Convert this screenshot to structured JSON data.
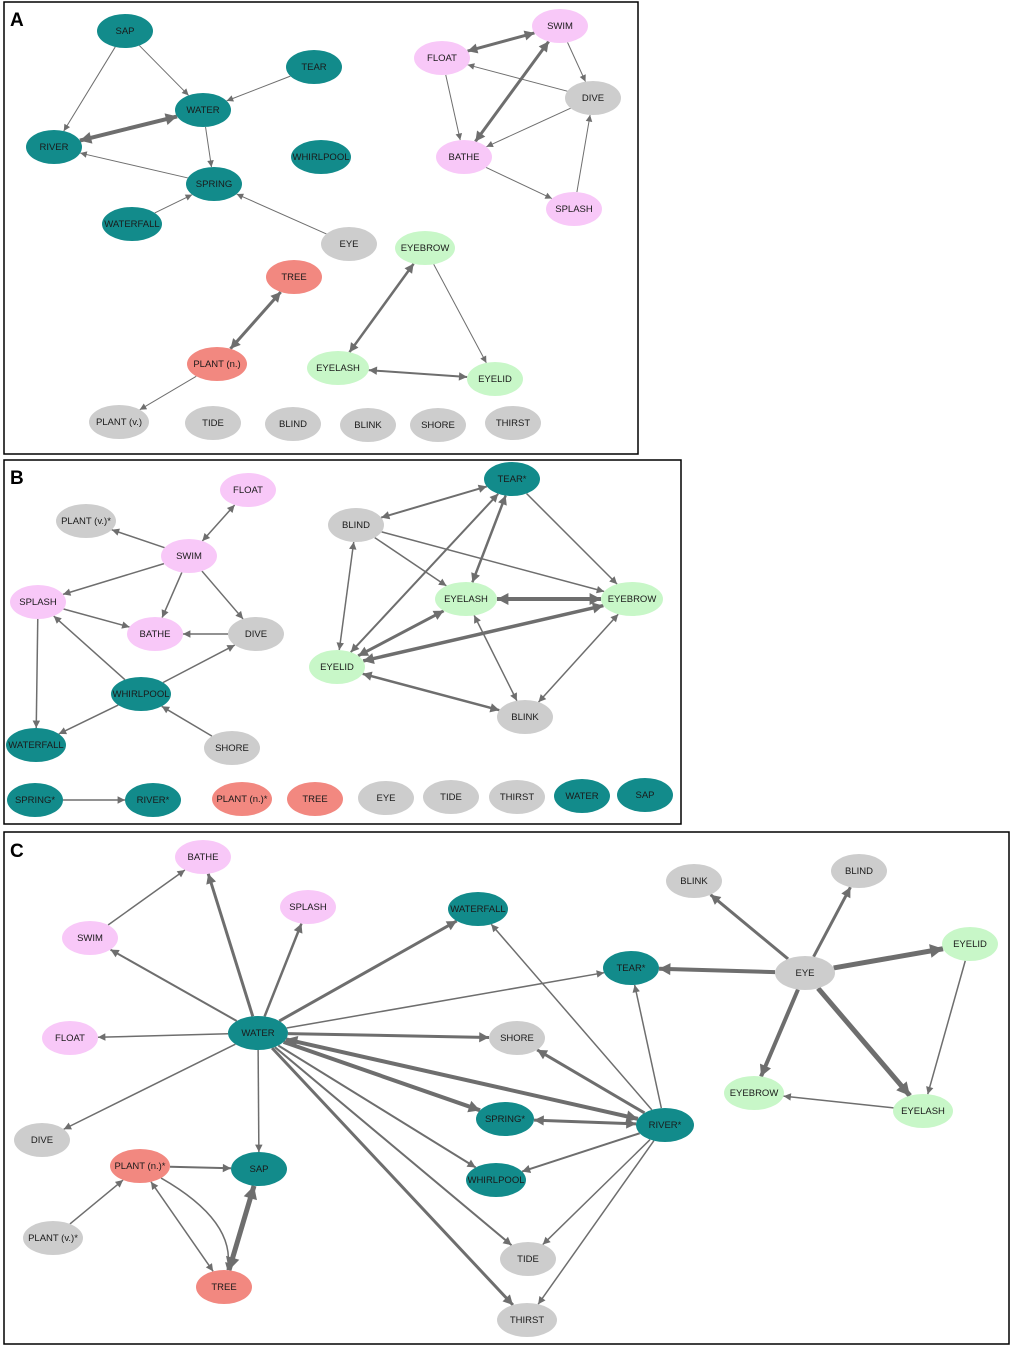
{
  "colors": {
    "water": "#128b8b",
    "swim": "#f8c8f8",
    "neutral": "#cdcdcd",
    "plant": "#f28880",
    "eye": "#c8f7c8",
    "edge": "#6e6e6e",
    "frame": "#000000"
  },
  "panels": [
    {
      "id": "A",
      "letter": "A",
      "nodes": [
        {
          "id": "SAP",
          "label": "SAP",
          "group": "water"
        },
        {
          "id": "TEAR",
          "label": "TEAR",
          "group": "water"
        },
        {
          "id": "WATER",
          "label": "WATER",
          "group": "water"
        },
        {
          "id": "RIVER",
          "label": "RIVER",
          "group": "water"
        },
        {
          "id": "WHIRLPOOL",
          "label": "WHIRLPOOL",
          "group": "water"
        },
        {
          "id": "SPRING",
          "label": "SPRING",
          "group": "water"
        },
        {
          "id": "WATERFALL",
          "label": "WATERFALL",
          "group": "water"
        },
        {
          "id": "EYE",
          "label": "EYE",
          "group": "neutral"
        },
        {
          "id": "TREE",
          "label": "TREE",
          "group": "plant"
        },
        {
          "id": "PLANT_N",
          "label": "PLANT (n.)",
          "group": "plant"
        },
        {
          "id": "PLANT_V",
          "label": "PLANT (v.)",
          "group": "neutral"
        },
        {
          "id": "TIDE",
          "label": "TIDE",
          "group": "neutral"
        },
        {
          "id": "BLIND",
          "label": "BLIND",
          "group": "neutral"
        },
        {
          "id": "BLINK",
          "label": "BLINK",
          "group": "neutral"
        },
        {
          "id": "SHORE",
          "label": "SHORE",
          "group": "neutral"
        },
        {
          "id": "THIRST",
          "label": "THIRST",
          "group": "neutral"
        },
        {
          "id": "SWIM",
          "label": "SWIM",
          "group": "swim"
        },
        {
          "id": "FLOAT",
          "label": "FLOAT",
          "group": "swim"
        },
        {
          "id": "DIVE",
          "label": "DIVE",
          "group": "neutral"
        },
        {
          "id": "BATHE",
          "label": "BATHE",
          "group": "swim"
        },
        {
          "id": "SPLASH",
          "label": "SPLASH",
          "group": "swim"
        },
        {
          "id": "EYEBROW",
          "label": "EYEBROW",
          "group": "eye"
        },
        {
          "id": "EYELASH",
          "label": "EYELASH",
          "group": "eye"
        },
        {
          "id": "EYELID",
          "label": "EYELID",
          "group": "eye"
        }
      ],
      "edges": [
        {
          "from": "SAP",
          "to": "WATER",
          "weight": 1,
          "head": "to"
        },
        {
          "from": "SAP",
          "to": "RIVER",
          "weight": 1,
          "head": "to"
        },
        {
          "from": "TEAR",
          "to": "WATER",
          "weight": 1,
          "head": "to"
        },
        {
          "from": "RIVER",
          "to": "WATER",
          "weight": 4,
          "head": "both"
        },
        {
          "from": "WATER",
          "to": "SPRING",
          "weight": 1,
          "head": "to"
        },
        {
          "from": "SPRING",
          "to": "RIVER",
          "weight": 1,
          "head": "to"
        },
        {
          "from": "WATERFALL",
          "to": "SPRING",
          "weight": 1,
          "head": "to"
        },
        {
          "from": "SPRING",
          "to": "EYE",
          "weight": 1,
          "head": "from"
        },
        {
          "from": "TREE",
          "to": "PLANT_N",
          "weight": 3,
          "head": "both"
        },
        {
          "from": "PLANT_N",
          "to": "PLANT_V",
          "weight": 1,
          "head": "to"
        },
        {
          "from": "FLOAT",
          "to": "SWIM",
          "weight": 3,
          "head": "both"
        },
        {
          "from": "BATHE",
          "to": "SWIM",
          "weight": 3,
          "head": "both"
        },
        {
          "from": "SWIM",
          "to": "DIVE",
          "weight": 1,
          "head": "to"
        },
        {
          "from": "FLOAT",
          "to": "DIVE",
          "weight": 1,
          "head": "from"
        },
        {
          "from": "FLOAT",
          "to": "BATHE",
          "weight": 1,
          "head": "to"
        },
        {
          "from": "DIVE",
          "to": "BATHE",
          "weight": 1,
          "head": "to"
        },
        {
          "from": "BATHE",
          "to": "SPLASH",
          "weight": 1,
          "head": "to"
        },
        {
          "from": "DIVE",
          "to": "SPLASH",
          "weight": 1,
          "head": "from"
        },
        {
          "from": "EYEBROW",
          "to": "EYELASH",
          "weight": 2.5,
          "head": "both"
        },
        {
          "from": "EYEBROW",
          "to": "EYELID",
          "weight": 1,
          "head": "to"
        },
        {
          "from": "EYELASH",
          "to": "EYELID",
          "weight": 2,
          "head": "both"
        }
      ]
    },
    {
      "id": "B",
      "letter": "B",
      "nodes": [
        {
          "id": "FLOAT",
          "label": "FLOAT",
          "group": "swim"
        },
        {
          "id": "PLANT_V",
          "label": "PLANT (v.)*",
          "group": "neutral"
        },
        {
          "id": "SWIM",
          "label": "SWIM",
          "group": "swim"
        },
        {
          "id": "SPLASH",
          "label": "SPLASH",
          "group": "swim"
        },
        {
          "id": "BATHE",
          "label": "BATHE",
          "group": "swim"
        },
        {
          "id": "DIVE",
          "label": "DIVE",
          "group": "neutral"
        },
        {
          "id": "WHIRLPOOL",
          "label": "WHIRLPOOL",
          "group": "water"
        },
        {
          "id": "WATERFALL",
          "label": "WATERFALL",
          "group": "water"
        },
        {
          "id": "SHORE",
          "label": "SHORE",
          "group": "neutral"
        },
        {
          "id": "TEAR",
          "label": "TEAR*",
          "group": "water"
        },
        {
          "id": "BLIND",
          "label": "BLIND",
          "group": "neutral"
        },
        {
          "id": "EYELASH",
          "label": "EYELASH",
          "group": "eye"
        },
        {
          "id": "EYEBROW",
          "label": "EYEBROW",
          "group": "eye"
        },
        {
          "id": "EYELID",
          "label": "EYELID",
          "group": "eye"
        },
        {
          "id": "BLINK",
          "label": "BLINK",
          "group": "neutral"
        },
        {
          "id": "SPRING",
          "label": "SPRING*",
          "group": "water"
        },
        {
          "id": "RIVER",
          "label": "RIVER*",
          "group": "water"
        },
        {
          "id": "PLANT_N",
          "label": "PLANT (n.)*",
          "group": "plant"
        },
        {
          "id": "TREE",
          "label": "TREE",
          "group": "plant"
        },
        {
          "id": "EYE",
          "label": "EYE",
          "group": "neutral"
        },
        {
          "id": "TIDE",
          "label": "TIDE",
          "group": "neutral"
        },
        {
          "id": "THIRST",
          "label": "THIRST",
          "group": "neutral"
        },
        {
          "id": "WATER",
          "label": "WATER",
          "group": "water"
        },
        {
          "id": "SAP",
          "label": "SAP",
          "group": "water"
        }
      ],
      "edges": [
        {
          "from": "FLOAT",
          "to": "SWIM",
          "weight": 1.5,
          "head": "both"
        },
        {
          "from": "SWIM",
          "to": "PLANT_V",
          "weight": 1.5,
          "head": "to"
        },
        {
          "from": "SWIM",
          "to": "SPLASH",
          "weight": 1.5,
          "head": "to"
        },
        {
          "from": "SWIM",
          "to": "BATHE",
          "weight": 1.5,
          "head": "to"
        },
        {
          "from": "SWIM",
          "to": "DIVE",
          "weight": 1.5,
          "head": "to"
        },
        {
          "from": "SPLASH",
          "to": "BATHE",
          "weight": 1.5,
          "head": "to"
        },
        {
          "from": "DIVE",
          "to": "BATHE",
          "weight": 1.5,
          "head": "to"
        },
        {
          "from": "SPLASH",
          "to": "WHIRLPOOL",
          "weight": 1.5,
          "head": "from"
        },
        {
          "from": "SPLASH",
          "to": "WATERFALL",
          "weight": 1.5,
          "head": "to"
        },
        {
          "from": "WHIRLPOOL",
          "to": "DIVE",
          "weight": 1.5,
          "head": "to"
        },
        {
          "from": "WHIRLPOOL",
          "to": "WATERFALL",
          "weight": 1.5,
          "head": "to"
        },
        {
          "from": "WHIRLPOOL",
          "to": "SHORE",
          "weight": 1.5,
          "head": "from"
        },
        {
          "from": "TEAR",
          "to": "BLIND",
          "weight": 2,
          "head": "both"
        },
        {
          "from": "TEAR",
          "to": "EYELASH",
          "weight": 2.5,
          "head": "both"
        },
        {
          "from": "TEAR",
          "to": "EYEBROW",
          "weight": 1.5,
          "head": "to"
        },
        {
          "from": "TEAR",
          "to": "EYELID",
          "weight": 2,
          "head": "both"
        },
        {
          "from": "BLIND",
          "to": "EYELASH",
          "weight": 1.5,
          "head": "to"
        },
        {
          "from": "BLIND",
          "to": "EYEBROW",
          "weight": 1.5,
          "head": "to"
        },
        {
          "from": "BLIND",
          "to": "EYELID",
          "weight": 1.5,
          "head": "both"
        },
        {
          "from": "EYELASH",
          "to": "EYEBROW",
          "weight": 4,
          "head": "both"
        },
        {
          "from": "EYELASH",
          "to": "EYELID",
          "weight": 3,
          "head": "both"
        },
        {
          "from": "EYEBROW",
          "to": "EYELID",
          "weight": 3.5,
          "head": "both"
        },
        {
          "from": "EYELASH",
          "to": "BLINK",
          "weight": 1.5,
          "head": "both"
        },
        {
          "from": "EYEBROW",
          "to": "BLINK",
          "weight": 1.5,
          "head": "both"
        },
        {
          "from": "EYELID",
          "to": "BLINK",
          "weight": 2.5,
          "head": "both"
        },
        {
          "from": "SPRING",
          "to": "RIVER",
          "weight": 1.5,
          "head": "to"
        }
      ]
    },
    {
      "id": "C",
      "letter": "C",
      "nodes": [
        {
          "id": "BATHE",
          "label": "BATHE",
          "group": "swim"
        },
        {
          "id": "SPLASH",
          "label": "SPLASH",
          "group": "swim"
        },
        {
          "id": "SWIM",
          "label": "SWIM",
          "group": "swim"
        },
        {
          "id": "FLOAT",
          "label": "FLOAT",
          "group": "swim"
        },
        {
          "id": "DIVE",
          "label": "DIVE",
          "group": "neutral"
        },
        {
          "id": "WATER",
          "label": "WATER",
          "group": "water"
        },
        {
          "id": "WATERFALL",
          "label": "WATERFALL",
          "group": "water"
        },
        {
          "id": "TEAR",
          "label": "TEAR*",
          "group": "water"
        },
        {
          "id": "SHORE",
          "label": "SHORE",
          "group": "neutral"
        },
        {
          "id": "SPRING",
          "label": "SPRING*",
          "group": "water"
        },
        {
          "id": "RIVER",
          "label": "RIVER*",
          "group": "water"
        },
        {
          "id": "WHIRLPOOL",
          "label": "WHIRLPOOL",
          "group": "water"
        },
        {
          "id": "TIDE",
          "label": "TIDE",
          "group": "neutral"
        },
        {
          "id": "THIRST",
          "label": "THIRST",
          "group": "neutral"
        },
        {
          "id": "SAP",
          "label": "SAP",
          "group": "water"
        },
        {
          "id": "PLANT_N",
          "label": "PLANT (n.)*",
          "group": "plant"
        },
        {
          "id": "PLANT_V",
          "label": "PLANT (v.)*",
          "group": "neutral"
        },
        {
          "id": "TREE",
          "label": "TREE",
          "group": "plant"
        },
        {
          "id": "BLINK",
          "label": "BLINK",
          "group": "neutral"
        },
        {
          "id": "BLIND",
          "label": "BLIND",
          "group": "neutral"
        },
        {
          "id": "EYE",
          "label": "EYE",
          "group": "neutral"
        },
        {
          "id": "EYELID",
          "label": "EYELID",
          "group": "eye"
        },
        {
          "id": "EYEBROW",
          "label": "EYEBROW",
          "group": "eye"
        },
        {
          "id": "EYELASH",
          "label": "EYELASH",
          "group": "eye"
        }
      ],
      "edges": [
        {
          "from": "WATER",
          "to": "BATHE",
          "weight": 3,
          "head": "to"
        },
        {
          "from": "WATER",
          "to": "SPLASH",
          "weight": 2.5,
          "head": "to"
        },
        {
          "from": "WATER",
          "to": "SWIM",
          "weight": 2,
          "head": "to"
        },
        {
          "from": "WATER",
          "to": "FLOAT",
          "weight": 1.5,
          "head": "to"
        },
        {
          "from": "WATER",
          "to": "DIVE",
          "weight": 1.5,
          "head": "to"
        },
        {
          "from": "SWIM",
          "to": "BATHE",
          "weight": 1.5,
          "head": "to"
        },
        {
          "from": "WATER",
          "to": "WATERFALL",
          "weight": 3,
          "head": "to"
        },
        {
          "from": "WATER",
          "to": "TEAR",
          "weight": 1.5,
          "head": "to"
        },
        {
          "from": "WATER",
          "to": "SHORE",
          "weight": 3,
          "head": "to"
        },
        {
          "from": "WATER",
          "to": "SPRING",
          "weight": 4,
          "head": "to"
        },
        {
          "from": "WATER",
          "to": "RIVER",
          "weight": 4,
          "head": "both"
        },
        {
          "from": "WATER",
          "to": "WHIRLPOOL",
          "weight": 2,
          "head": "to"
        },
        {
          "from": "WATER",
          "to": "TIDE",
          "weight": 2,
          "head": "to"
        },
        {
          "from": "WATER",
          "to": "THIRST",
          "weight": 3,
          "head": "to"
        },
        {
          "from": "WATER",
          "to": "SAP",
          "weight": 1.5,
          "head": "to"
        },
        {
          "from": "RIVER",
          "to": "WATERFALL",
          "weight": 1.5,
          "head": "to"
        },
        {
          "from": "RIVER",
          "to": "TEAR",
          "weight": 1.5,
          "head": "to"
        },
        {
          "from": "RIVER",
          "to": "SHORE",
          "weight": 3,
          "head": "to"
        },
        {
          "from": "RIVER",
          "to": "SPRING",
          "weight": 3,
          "head": "both"
        },
        {
          "from": "RIVER",
          "to": "WHIRLPOOL",
          "weight": 2,
          "head": "to"
        },
        {
          "from": "RIVER",
          "to": "TIDE",
          "weight": 1.5,
          "head": "to"
        },
        {
          "from": "RIVER",
          "to": "THIRST",
          "weight": 1.5,
          "head": "to"
        },
        {
          "from": "EYE",
          "to": "TEAR",
          "weight": 4,
          "head": "to"
        },
        {
          "from": "EYE",
          "to": "BLINK",
          "weight": 3,
          "head": "to"
        },
        {
          "from": "EYE",
          "to": "BLIND",
          "weight": 3,
          "head": "to"
        },
        {
          "from": "EYE",
          "to": "EYELID",
          "weight": 5,
          "head": "to"
        },
        {
          "from": "EYE",
          "to": "EYEBROW",
          "weight": 4,
          "head": "to"
        },
        {
          "from": "EYE",
          "to": "EYELASH",
          "weight": 5,
          "head": "to"
        },
        {
          "from": "EYELID",
          "to": "EYELASH",
          "weight": 1.5,
          "head": "to"
        },
        {
          "from": "EYEBROW",
          "to": "EYELASH",
          "weight": 1.5,
          "head": "from"
        },
        {
          "from": "PLANT_N",
          "to": "SAP",
          "weight": 2,
          "head": "to"
        },
        {
          "from": "PLANT_V",
          "to": "PLANT_N",
          "weight": 1.5,
          "head": "to"
        },
        {
          "from": "TREE",
          "to": "PLANT_N",
          "weight": 1.5,
          "head": "both"
        },
        {
          "from": "TREE",
          "to": "SAP",
          "weight": 5,
          "head": "both"
        },
        {
          "from": "PLANT_N",
          "to": "TREE",
          "weight": 1.5,
          "head": "to",
          "curve": true
        }
      ]
    }
  ]
}
